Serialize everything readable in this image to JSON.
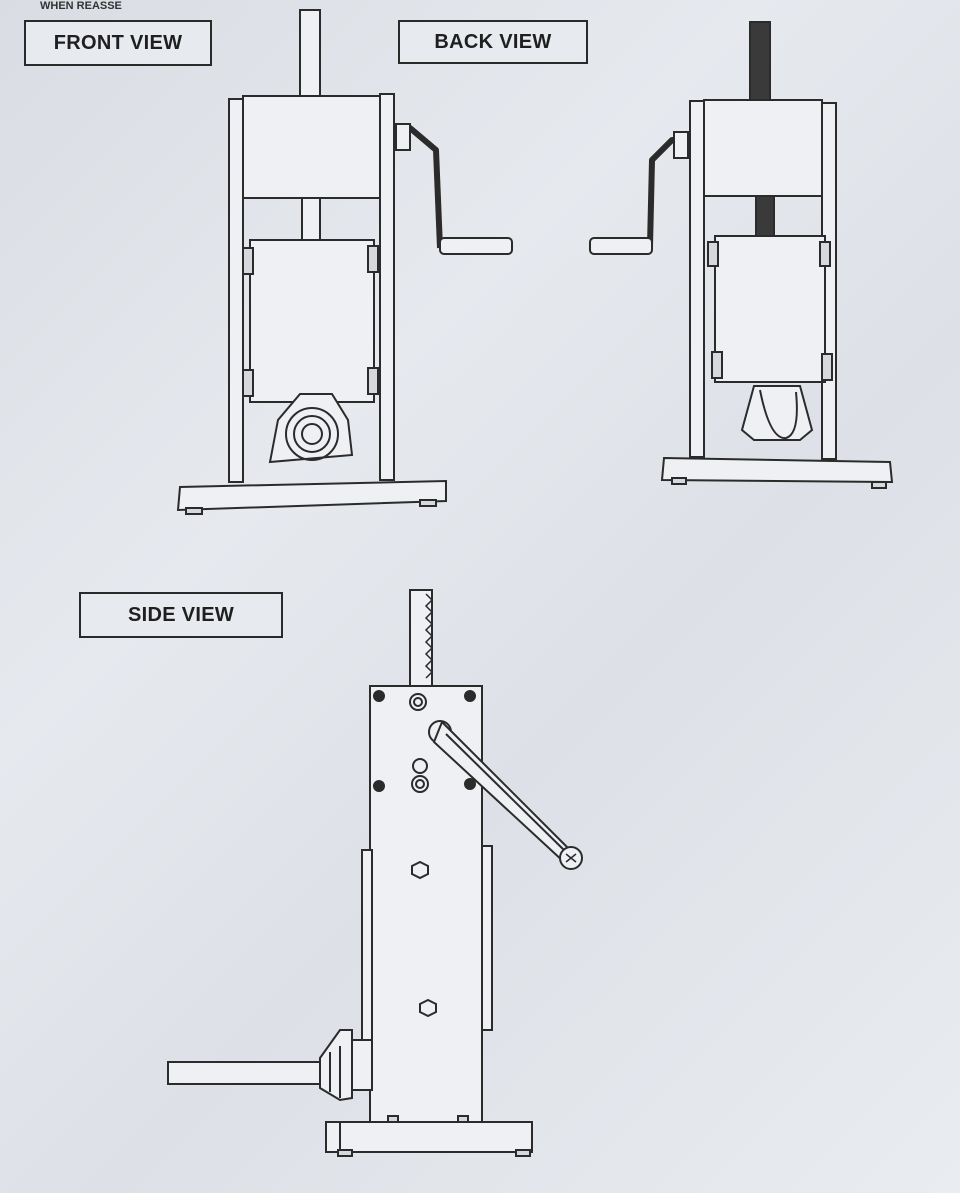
{
  "header_fragment": "WHEN REASSE",
  "labels": {
    "front": "FRONT VIEW",
    "back": "BACK VIEW",
    "side": "SIDE VIEW"
  },
  "colors": {
    "line": "#2b2b2b",
    "fill": "#eef0f3",
    "paper": "#e2e5ea"
  }
}
